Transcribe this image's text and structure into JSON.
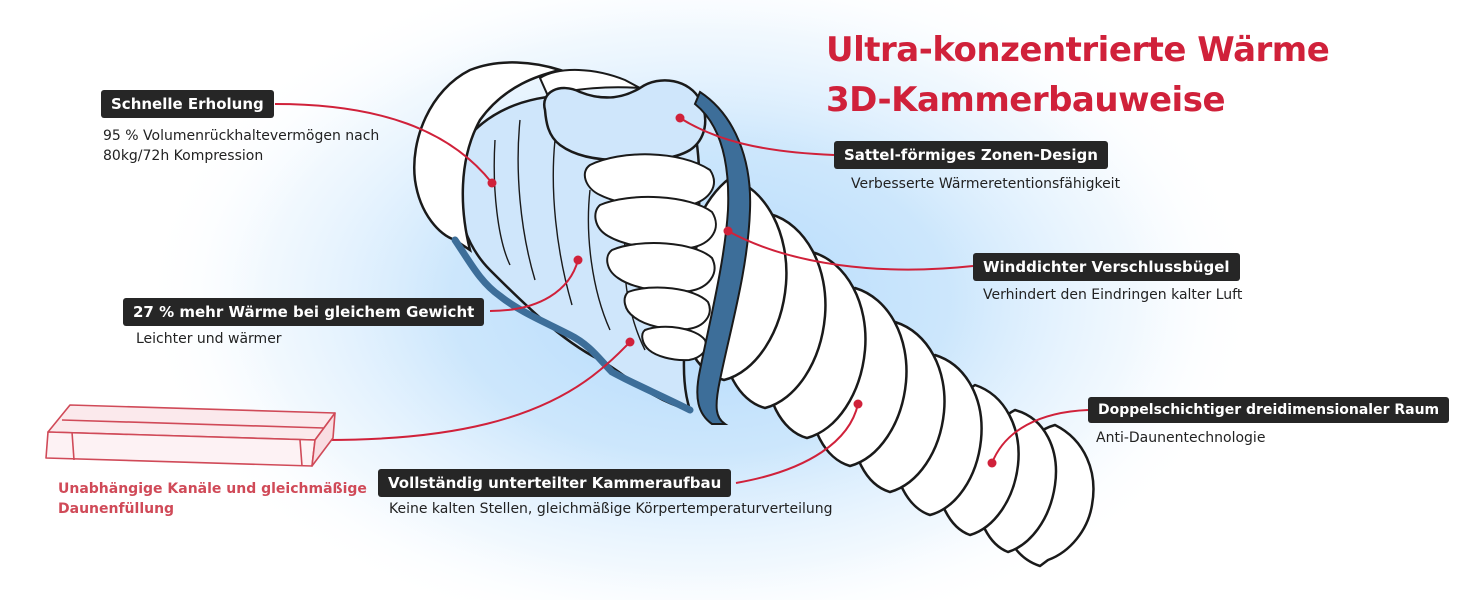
{
  "title": {
    "line1": "Ultra-konzentrierte Wärme",
    "line2": "3D-Kammerbauweise"
  },
  "callouts": {
    "quick_recovery": {
      "label": "Schnelle Erholung",
      "desc1": "95 % Volumenrückhaltevermögen nach",
      "desc2": "80kg/72h Kompression"
    },
    "warmth": {
      "label": "27 % mehr Wärme bei gleichem Gewicht",
      "desc": "Leichter und wärmer"
    },
    "channels": {
      "desc1": "Unabhängige Kanäle und gleichmäßige",
      "desc2": "Daunenfüllung"
    },
    "chambers": {
      "label": "Vollständig unterteilter Kammeraufbau",
      "desc": "Keine kalten Stellen, gleichmäßige Körpertemperaturverteilung"
    },
    "saddle": {
      "label": "Sattel-förmiges Zonen-Design",
      "desc": "Verbesserte Wärmeretentionsfähigkeit"
    },
    "draft_collar": {
      "label": "Winddichter Verschlussbügel",
      "desc": "Verhindert den Eindringen kalter Luft"
    },
    "double_layer": {
      "label": "Doppelschichtiger dreidimensionaler Raum",
      "desc": "Anti-Daunentechnologie"
    }
  },
  "colors": {
    "accent_red": "#d0213a",
    "soft_red": "#d04a58",
    "tag_bg": "#262626",
    "interior_blue": "#cfe6fb",
    "collar_blue": "#3d6e99",
    "glow_blue": "#b2d9fb"
  }
}
